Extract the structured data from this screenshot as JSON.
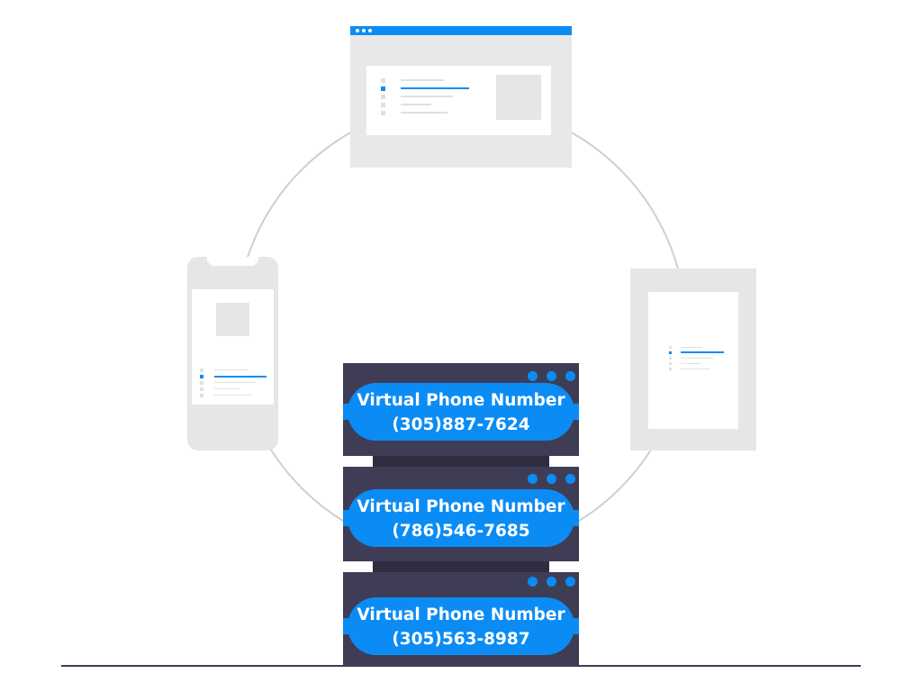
{
  "colors": {
    "accent": "#0b8cf5",
    "server_body": "#3f3d56",
    "server_gap": "#2f2e41",
    "device_gray": "#e6e6e6",
    "circle_stroke": "#cfcfcf"
  },
  "icons": [
    "browser-window-icon",
    "phone-icon",
    "tablet-icon",
    "server-stack-icon"
  ],
  "servers": [
    {
      "title": "Virtual Phone Number",
      "number": "(305)887-7624"
    },
    {
      "title": "Virtual Phone Number",
      "number": "(786)546-7685"
    },
    {
      "title": "Virtual Phone Number",
      "number": "(305)563-8987"
    }
  ]
}
